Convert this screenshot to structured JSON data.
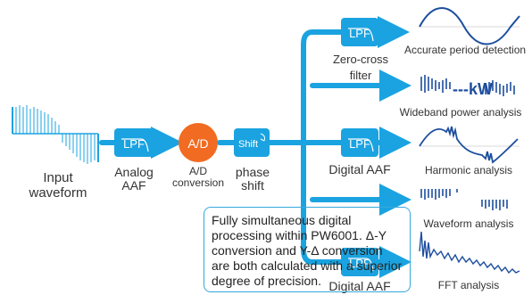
{
  "colors": {
    "accent": "#1aa3e0",
    "ad_block": "#f26b22",
    "text": "#333333",
    "note_border": "#35a8de"
  },
  "input": {
    "label_line1": "Input",
    "label_line2": "waveform"
  },
  "analog_aaf": {
    "block": "LPF",
    "label_line1": "Analog",
    "label_line2": "AAF"
  },
  "ad": {
    "block": "A/D",
    "label_line1": "A/D",
    "label_line2": "conversion"
  },
  "shift": {
    "block": "Shift",
    "label_line1": "phase",
    "label_line2": "shift"
  },
  "branches": {
    "zero_cross": {
      "block": "LPF",
      "label_line1": "Zero-cross",
      "label_line2": "filter",
      "output": "Accurate period detection"
    },
    "wideband": {
      "icon_text": "---kW",
      "output": "Wideband power analysis"
    },
    "harmonic": {
      "block": "LPF",
      "label": "Digital AAF",
      "output": "Harmonic analysis"
    },
    "waveform": {
      "output": "Waveform analysis"
    },
    "fft": {
      "block": "LPF",
      "label": "Digital AAF",
      "output": "FFT analysis"
    }
  },
  "note": "Fully simultaneous digital processing within PW6001. Δ-Y conversion and Y-Δ conversion are both calculated with a superior degree of precision."
}
